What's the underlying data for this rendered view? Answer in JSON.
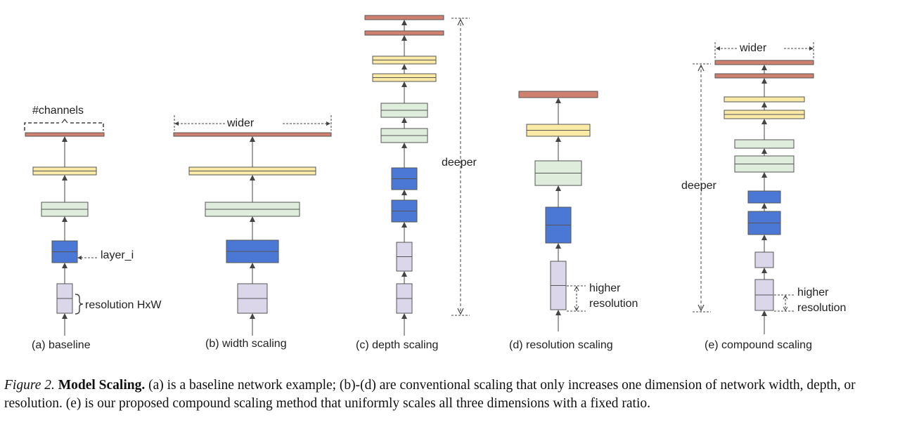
{
  "labels": {
    "channels": "#channels",
    "layer_i": "layer_i",
    "resolution_hxw": "resolution HxW",
    "wider_b": "wider",
    "deeper_c": "deeper",
    "higher_d": "higher",
    "resolution_d": "resolution",
    "wider_e": "wider",
    "deeper_e": "deeper",
    "higher_e": "higher",
    "resolution_e": "resolution"
  },
  "panels": [
    {
      "id": "a",
      "label": "(a) baseline"
    },
    {
      "id": "b",
      "label": "(b) width scaling"
    },
    {
      "id": "c",
      "label": "(c) depth scaling"
    },
    {
      "id": "d",
      "label": "(d) resolution scaling"
    },
    {
      "id": "e",
      "label": "(e) compound scaling"
    }
  ],
  "caption": {
    "figure_no": "Figure 2.",
    "title": "Model Scaling.",
    "text": "(a) is a baseline network example; (b)-(d) are conventional scaling that only increases one dimension of network width, depth, or resolution. (e) is our proposed compound scaling method that uniformly scales all three dimensions with a fixed ratio."
  },
  "colors": {
    "red": "#d0806f",
    "yellow": "#fbe9a6",
    "green": "#dfeddc",
    "blue": "#4a78d4",
    "lavender": "#dcd6ea",
    "stroke": "#555555"
  }
}
